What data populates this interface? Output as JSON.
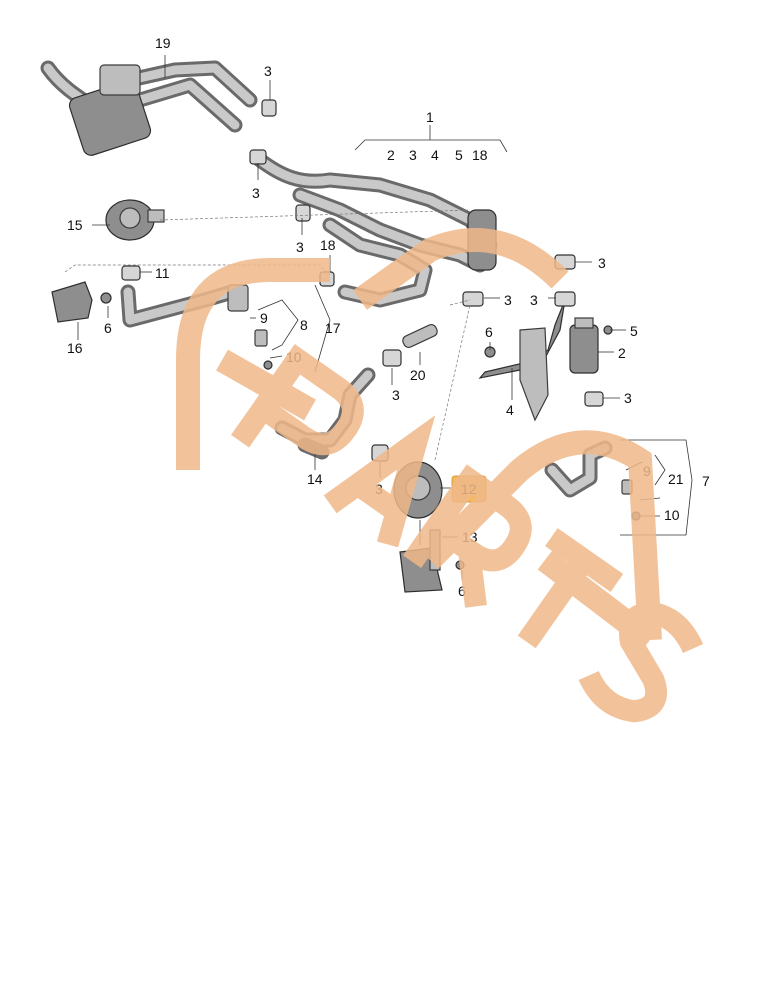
{
  "labels": {
    "l19": "19",
    "l3a": "3",
    "l1": "1",
    "l2": "2",
    "l3b": "3",
    "l4": "4",
    "l5": "5",
    "l18a": "18",
    "l3c": "3",
    "l15": "15",
    "l3d": "3",
    "l18b": "18",
    "l11": "11",
    "l3e": "3",
    "l3f": "3",
    "l3g": "3",
    "l16": "16",
    "l6a": "6",
    "l9a": "9",
    "l8": "8",
    "l17": "17",
    "l10a": "10",
    "l6b": "6",
    "l5b": "5",
    "l2b": "2",
    "l20": "20",
    "l3h": "3",
    "l4b": "4",
    "l3i": "3",
    "l14": "14",
    "l3j": "3",
    "l12": "12",
    "l9b": "9",
    "l21": "21",
    "l7": "7",
    "l10b": "10",
    "l13": "13",
    "l6c": "6"
  },
  "highlight_color": "#f3b95f",
  "watermark": {
    "text": "PARTS",
    "color": "#f0b98a"
  }
}
